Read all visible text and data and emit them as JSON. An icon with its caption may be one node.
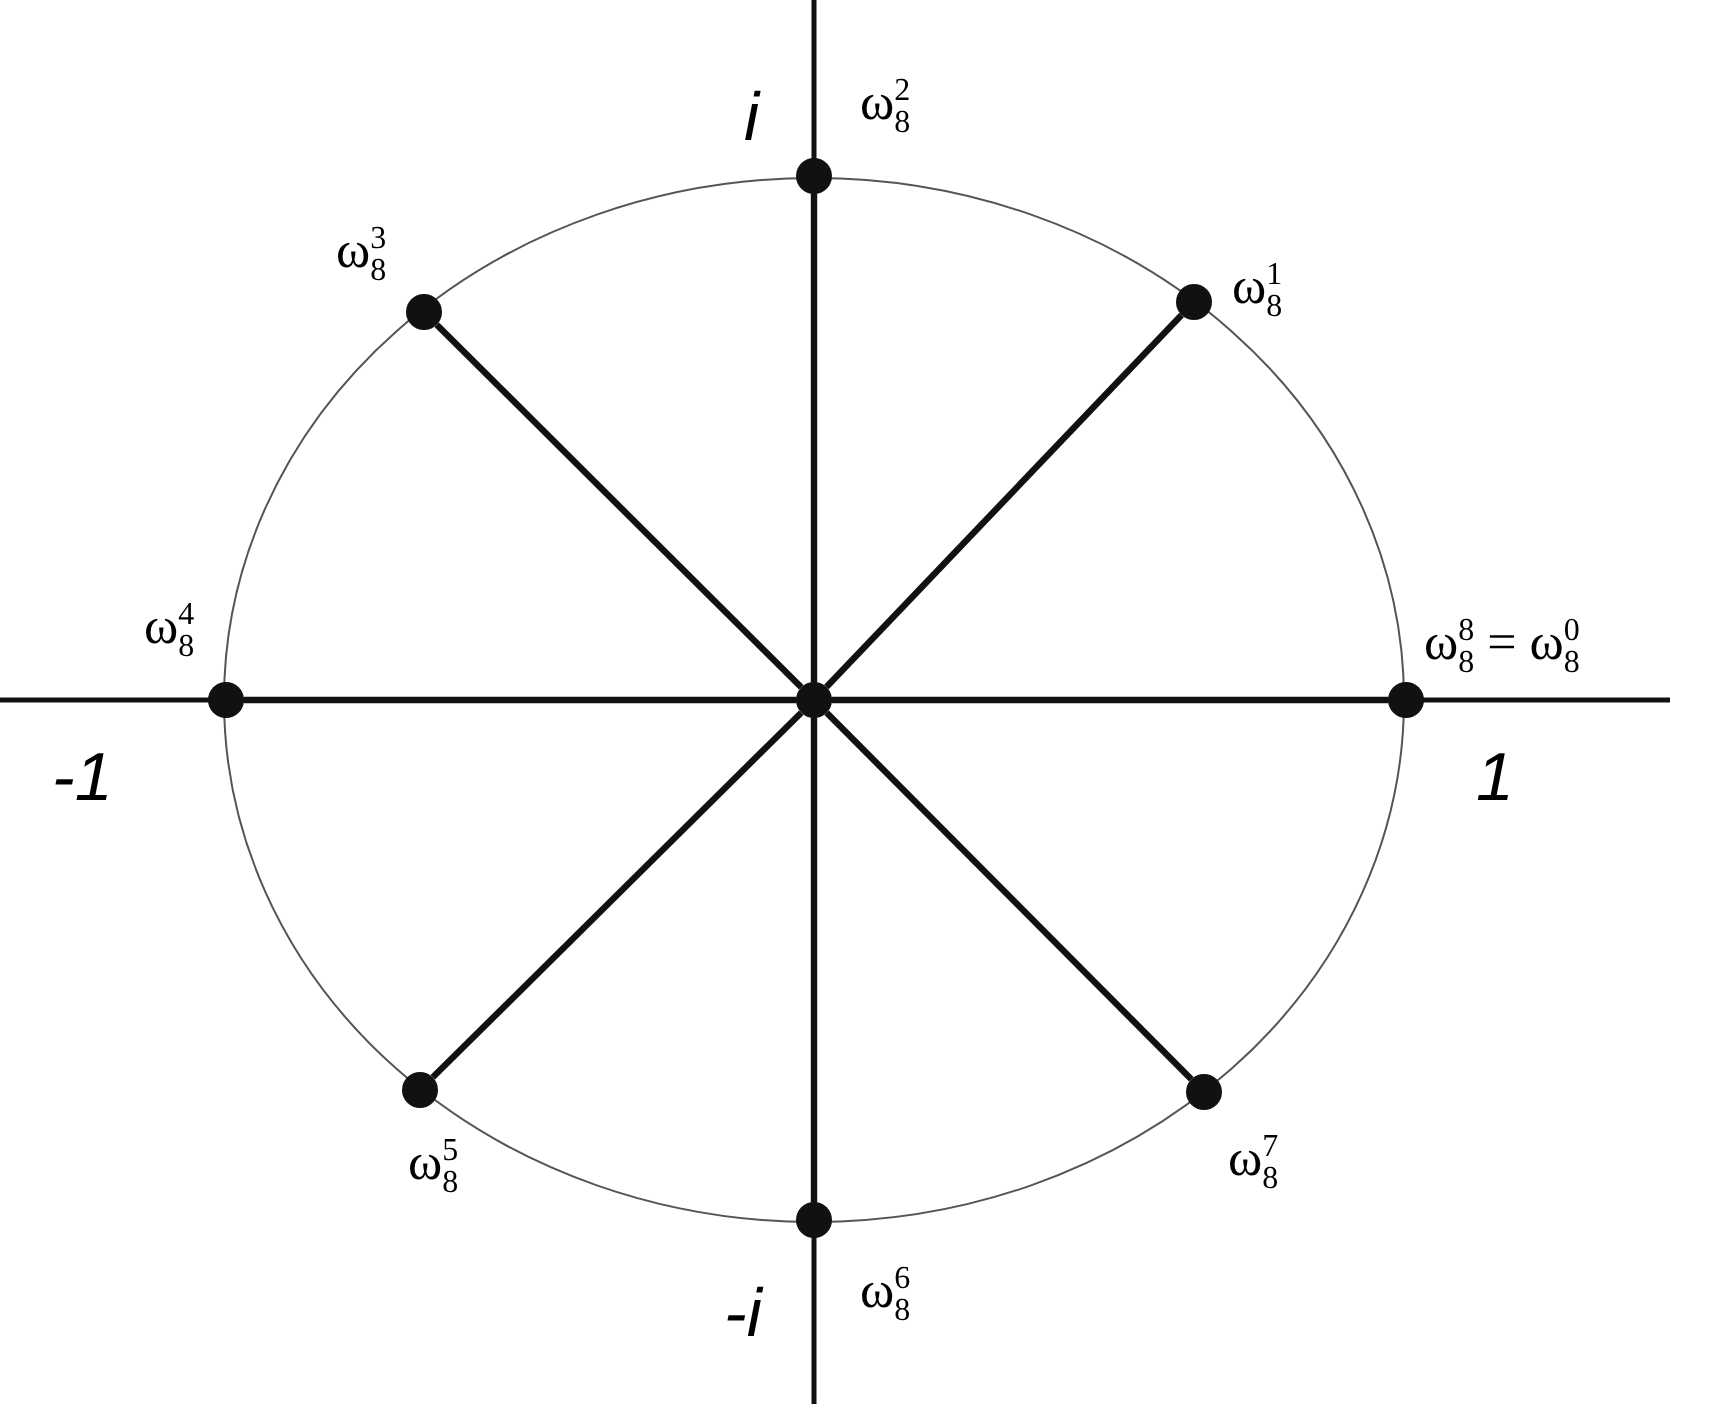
{
  "diagram": {
    "nodes": [
      {
        "text": [],
        "shape": "circle",
        "beside": [
          "ω$_{8}$$^{2}$"
        ]
      },
      {
        "text": [],
        "shape": "circle",
        "beside": [
          "ω$_{8}$$^{3}$"
        ]
      },
      {
        "text": [],
        "shape": "circle",
        "beside": [
          "ω$_{8}$$^{1}$"
        ]
      },
      {
        "text": [],
        "shape": "circle",
        "beside": [
          "ω$_{8}$$^{4}$"
        ]
      },
      {
        "text": [],
        "shape": "circle"
      },
      {
        "text": [],
        "shape": "circle",
        "beside": [
          "ω$_{8}$$^{8}$ = ω$_{8}$$^{0}$"
        ]
      },
      {
        "text": [],
        "shape": "circle",
        "beside": [
          "ω$_{8}$$^{5}$"
        ]
      },
      {
        "text": [],
        "shape": "circle",
        "beside": [
          "ω$_{8}$$^{7}$"
        ]
      },
      {
        "text": [],
        "shape": "circle",
        "beside": [
          "ω$_{8}$$^{6}$"
        ]
      }
    ],
    "edges": [
      {
        "from": 4,
        "to": 5,
        "arrow": "none"
      },
      {
        "from": 4,
        "to": 2,
        "arrow": "none"
      },
      {
        "from": 4,
        "to": 0,
        "arrow": "none"
      },
      {
        "from": 4,
        "to": 1,
        "arrow": "none"
      },
      {
        "from": 4,
        "to": 3,
        "arrow": "none"
      },
      {
        "from": 4,
        "to": 6,
        "arrow": "none"
      },
      {
        "from": 4,
        "to": 8,
        "arrow": "none"
      },
      {
        "from": 4,
        "to": 7,
        "arrow": "none"
      }
    ],
    "labels": [
      "i",
      "-1",
      "1",
      "-i"
    ]
  }
}
